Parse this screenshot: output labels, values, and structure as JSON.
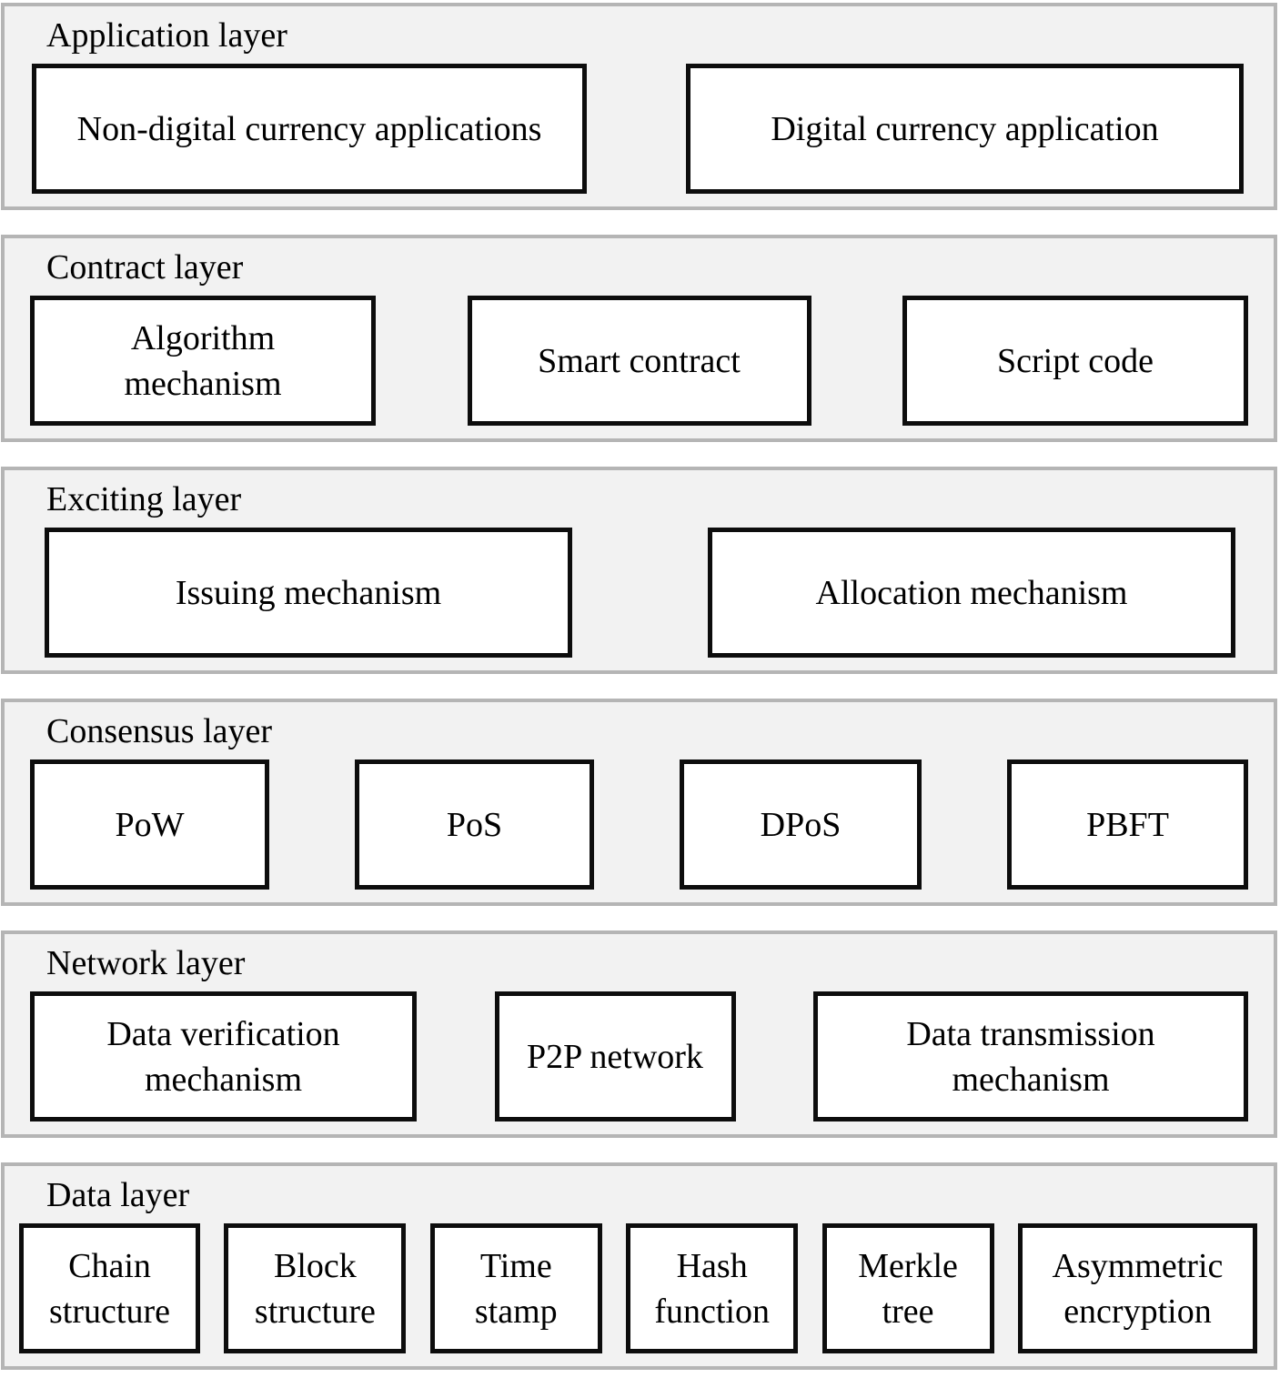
{
  "colors": {
    "band_fill": "#f2f2f2",
    "band_border": "#b5b5b5",
    "box_fill": "#ffffff",
    "box_border": "#0d0d0d",
    "text": "#000000"
  },
  "layers": [
    {
      "label": "Application layer",
      "boxes": [
        "Non-digital currency applications",
        "Digital currency application"
      ]
    },
    {
      "label": "Contract layer",
      "boxes": [
        "Algorithm mechanism",
        "Smart contract",
        "Script code"
      ]
    },
    {
      "label": "Exciting layer",
      "boxes": [
        "Issuing mechanism",
        "Allocation mechanism"
      ]
    },
    {
      "label": "Consensus layer",
      "boxes": [
        "PoW",
        "PoS",
        "DPoS",
        "PBFT"
      ]
    },
    {
      "label": "Network layer",
      "boxes": [
        "Data verification mechanism",
        "P2P network",
        "Data transmission mechanism"
      ]
    },
    {
      "label": "Data layer",
      "boxes": [
        "Chain structure",
        "Block structure",
        "Time stamp",
        "Hash function",
        "Merkle tree",
        "Asymmetric encryption"
      ]
    }
  ]
}
